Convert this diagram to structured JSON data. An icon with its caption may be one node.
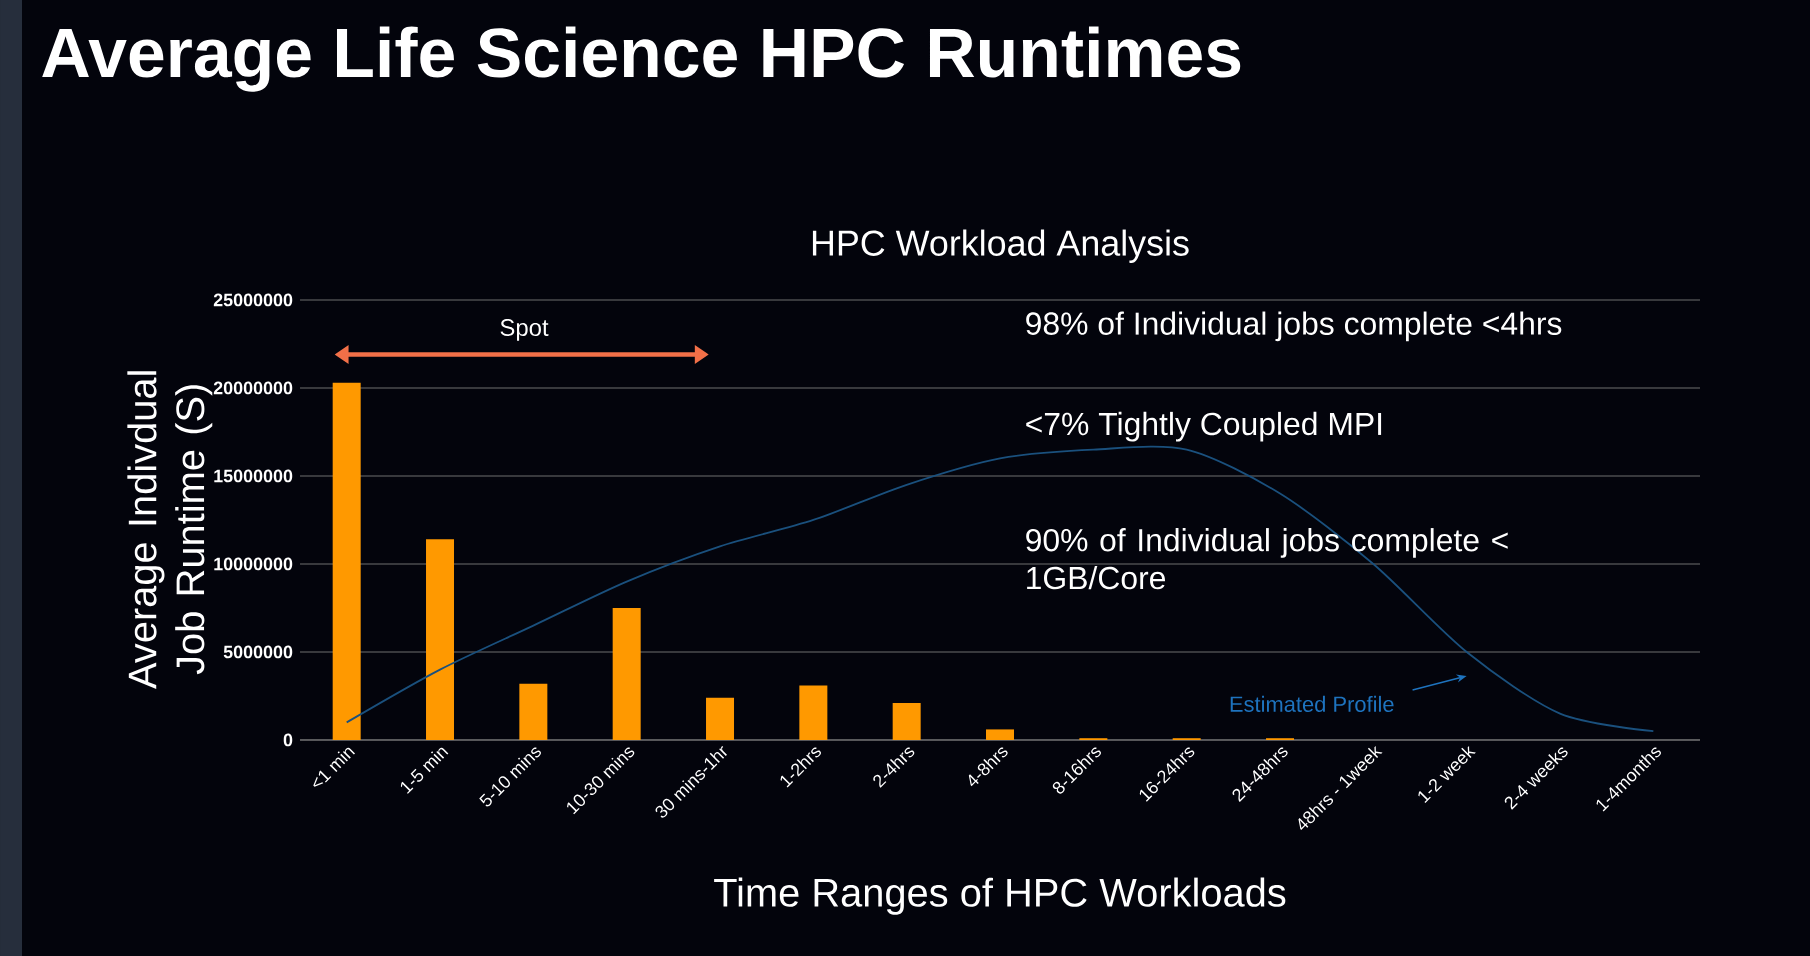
{
  "diagram": {
    "title": "Average Life Science HPC Runtimes",
    "chart_data": {
      "type": "bar",
      "title": "HPC Workload Analysis",
      "xlabel": "Time Ranges of HPC Workloads",
      "ylabel": "Average Indivdual Job Runtime (S)",
      "categories": [
        "<1 min",
        "1-5 min",
        "5-10 mins",
        "10-30 mins",
        "30 mins-1hr",
        "1-2hrs",
        "2-4hrs",
        "4-8hrs",
        "8-16hrs",
        "16-24hrs",
        "24-48hrs",
        "48hrs - 1week",
        "1-2 week",
        "2-4 weeks",
        "1-4months"
      ],
      "series": [
        {
          "color": "#ff9900",
          "values": [
            20300000,
            11400000,
            3200000,
            7500000,
            2400000,
            3100000,
            2100000,
            600000,
            100000,
            100000,
            100000,
            0,
            0,
            0,
            0
          ]
        },
        {
          "type": "line",
          "color": "#1a507d",
          "values": [
            1000000,
            4000000,
            6500000,
            9000000,
            11000000,
            12500000,
            14500000,
            16000000,
            16500000,
            16500000,
            14000000,
            10000000,
            5000000,
            1500000,
            500000
          ]
        }
      ],
      "grid": true,
      "ylim": [
        0,
        25000000
      ],
      "yticks": [
        0,
        5000000,
        10000000,
        15000000,
        20000000,
        25000000
      ],
      "annotations": [
        {
          "text": "Spot"
        },
        {
          "text": "98% of Individual jobs complete <4hrs"
        },
        {
          "text": "<7% Tightly Coupled MPI"
        },
        {
          "text": "90% of Individual jobs complete < 1GB/Core"
        },
        {
          "text": "Estimated Profile"
        }
      ]
    }
  }
}
